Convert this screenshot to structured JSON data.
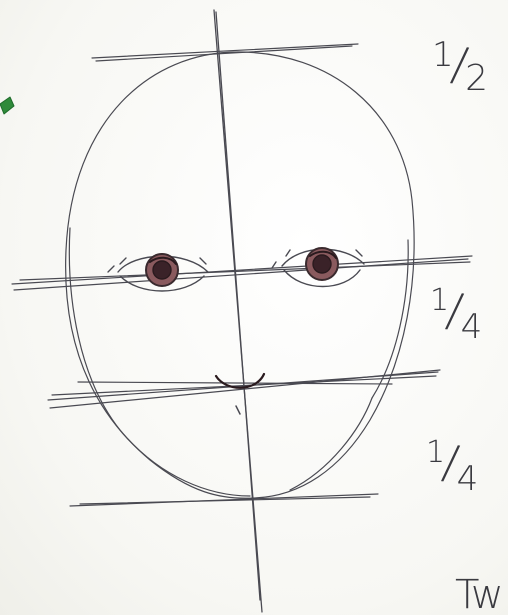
{
  "labels": {
    "top_fraction": {
      "numerator": "1",
      "slash": "/",
      "denominator": "2"
    },
    "middle_fraction": {
      "numerator": "1",
      "slash": "/",
      "denominator": "4"
    },
    "bottom_fraction": {
      "numerator": "1",
      "slash": "/",
      "denominator": "4"
    },
    "corner_text": "Tw"
  },
  "colors": {
    "ink": "#3a3a40",
    "iris": "#6b3a3f",
    "marker": "#2f8a3a",
    "paper": "#fbfbf8"
  }
}
